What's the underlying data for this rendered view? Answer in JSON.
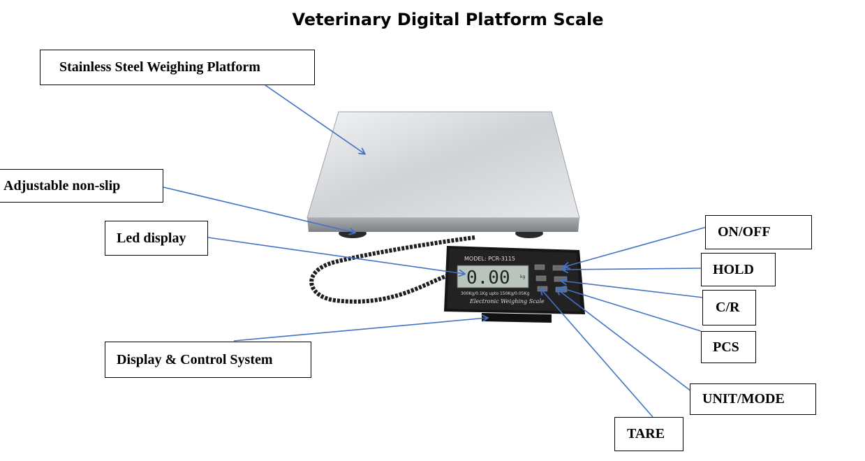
{
  "title": "Veterinary Digital Platform Scale",
  "labels": {
    "platform": "Stainless Steel Weighing Platform",
    "feet": "Adjustable non-slip",
    "led": "Led display",
    "control": "Display & Control System",
    "onoff": "ON/OFF",
    "hold": "HOLD",
    "cr": "C/R",
    "pcs": "PCS",
    "unit": "UNIT/MODE",
    "tare": "TARE"
  },
  "device": {
    "model": "MODEL: PCR-3115",
    "reading": "0.00",
    "unit": "kg",
    "capacity": "300Kg/0.1Kg  upto 150Kg/0.05Kg",
    "brand": "Electronic Weighing Scale"
  },
  "colors": {
    "arrow": "#4472c4",
    "platform": "#c8cbcf",
    "indicator": "#1a1a1a",
    "lcd": "#b9c4bd"
  }
}
